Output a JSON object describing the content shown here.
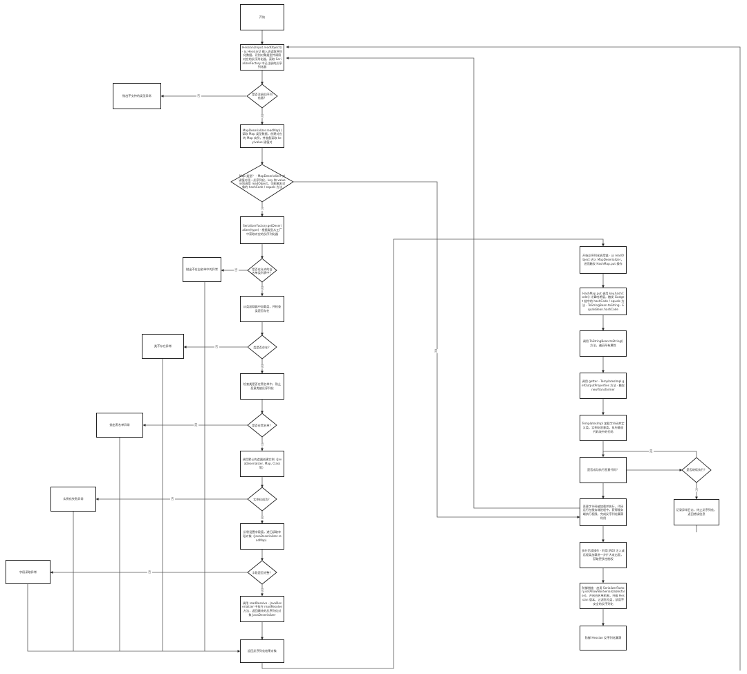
{
  "nodes": {
    "start": "开始",
    "step_deserialize": "Hessian2Input.readObject() · 从 Hessian2 输入流读取序列化数据，识别对象类型并调用对应的反序列化器，获取 SerializerFactory 中已注册的反序列化器",
    "check_type": "是否注册反序列化器？",
    "throw_unsupported": "抛出不支持的类型异常",
    "step_map_reader": "MapDeserializer.readMap() 读取 Map 类型数据，创建对应的 Map 实例，并准备读取 key/value 键值对",
    "check_map": "Map 类型？ · MapDeserializer 对键值对逐一反序列化，key 和 value 分别调用 readObject，可能触发对象的 hashCode / equals 方法",
    "step_factory": "SerializerFactory.getDeserializer(type) · 根据类型从工厂中获取对应的反序列化器",
    "check_allow": "是否在允许的白名单类列表中？",
    "reject_whitelist": "抛出不在白名单中的异常",
    "step_load_class": "从类加载器中加载类，并检查类是否存在",
    "check_exists": "类是否存在？",
    "reject_missing": "类不存在异常",
    "step_check_blacklist": "检查类是否在黑名单中，防止恶意类被反序列化",
    "check_blacklist": "是否在黑名单？",
    "reject_blacklist": "抛出黑名单异常",
    "step_instance": "调用默认构造器创建实例（JavaDeserializer, Map, Class 等）",
    "check_instance": "实例化成功？",
    "reject_instance": "实例化失败异常",
    "step_fields": "反射设置字段值，递归读取字段对象（JavaDeserializer.readMap）",
    "check_fields": "字段是否完整？",
    "reject_fields": "字段读取异常",
    "step_resolve": "调用 readResolve · JavaDeserializer 中执行 readResolve 方法，返回最终的反序列化对象 JavaDeserializer",
    "end": "返回反序列化结果对象",
    "r1": "开始反序列化调用链 · 从 readObject 进入 MapDeserializer，进而触发 HashMap.put 操作",
    "r2": "HashMap.put 调用 key.hashCode() 计算哈希值，触发 Gadget 链中的 hashCode / equals 方法 · ToStringBean.toString · EqualsBean.hashCode",
    "r3": "调用 ToStringBean.toString() 方法，遍历所有属性",
    "r4": "调用 getter · TemplatesImpl.getOutputProperties 方法 · 触发 newTransformer",
    "r5": "TemplatesImpl 加载字节码并定义类，实例化恶意类，执行静态代码块中的代码",
    "r6": "是否成功执行恶意代码？",
    "r7": "恶意字节码被加载并执行，代码运行在服务端进程中，获得服务端执行权限，完成反序列化漏洞利用",
    "r8": "记录异常日志，终止反序列化，返回错误信息",
    "r_check": "是否继续执行？",
    "r9": "执行后续操作 · 利用 JNDI 注入或远程类加载进一步扩大攻击面，获取更多控制权",
    "r10": "防御措施 · 启用 SerializerFactory.setAllowNonSerializable(false)，开启白名单机制，升级 Hessian 版本，过滤危险类，禁用不安全的反序列化",
    "r11": "防御 Hessian 反序列化漏洞"
  },
  "edge_labels": {
    "no": "否",
    "yes": "是"
  },
  "colors": {
    "stroke": "#222222",
    "text": "#333333",
    "background": "#ffffff"
  }
}
